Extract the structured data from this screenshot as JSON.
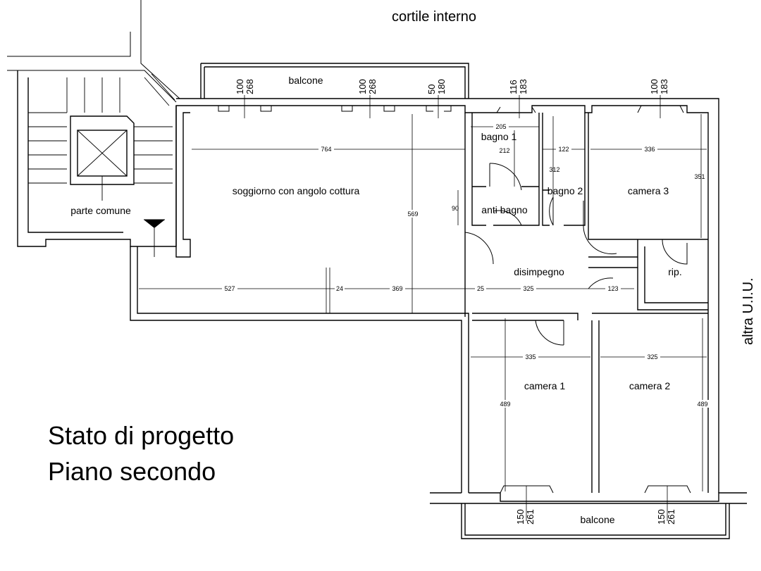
{
  "top_label": "cortile interno",
  "side_label": "altra U.I.U.",
  "title_lines": [
    "Stato di progetto",
    "Piano secondo"
  ],
  "rooms": {
    "balcone_top": "balcone",
    "balcone_bottom": "balcone",
    "bagno1": "bagno 1",
    "bagno2": "bagno 2",
    "camera3": "camera 3",
    "soggiorno": "soggiorno con angolo cottura",
    "parte_comune": "parte comune",
    "anti_bagno": "anti bagno",
    "disimpegno": "disimpegno",
    "rip": "rip.",
    "camera1": "camera 1",
    "camera2": "camera 2"
  },
  "window_dims": {
    "w1": [
      "100",
      "268"
    ],
    "w2": [
      "100",
      "268"
    ],
    "w3": [
      "50",
      "180"
    ],
    "w4": [
      "116",
      "183"
    ],
    "w5": [
      "100",
      "183"
    ],
    "w6": [
      "150",
      "261"
    ],
    "w7": [
      "150",
      "261"
    ]
  },
  "dimensions": {
    "d764": "764",
    "d205": "205",
    "d212": "212",
    "d122": "122",
    "d336": "336",
    "d312": "312",
    "d351": "351",
    "d90": "90",
    "d569": "569",
    "d527": "527",
    "d24": "24",
    "d369": "369",
    "d25": "25",
    "d325a": "325",
    "d123": "123",
    "d335": "335",
    "d325b": "325",
    "d489a": "489",
    "d489b": "489"
  }
}
